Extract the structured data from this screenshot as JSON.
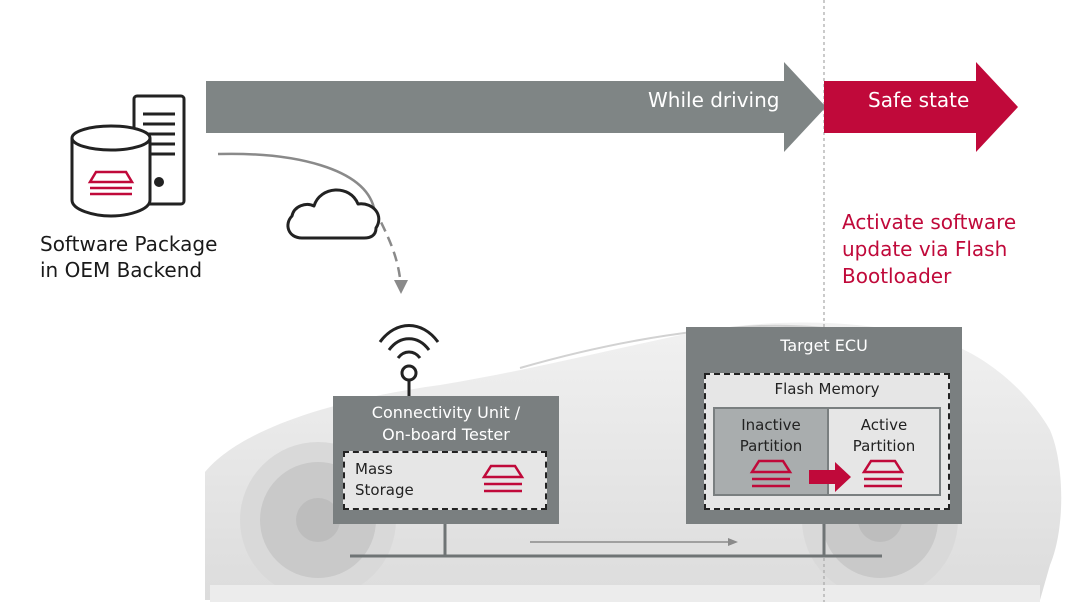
{
  "colors": {
    "arrow_gray": "#7f8585",
    "accent_red": "#c0093a",
    "box_dark": "#7a7f80",
    "box_light": "#e6e6e6",
    "partition_inactive": "#a9adae"
  },
  "timeline": {
    "driving_label": "While driving",
    "safe_label": "Safe state"
  },
  "backend": {
    "label_line1": "Software Package",
    "label_line2": "in OEM Backend",
    "server_icon": "server-icon",
    "database_icon": "database-icon",
    "cloud_icon": "cloud-icon"
  },
  "activation_note": {
    "line1": "Activate software",
    "line2": "update via Flash",
    "line3": "Bootloader"
  },
  "connectivity_unit": {
    "title_line1": "Connectivity Unit /",
    "title_line2": "On-board Tester",
    "storage_line1": "Mass",
    "storage_line2": "Storage",
    "antenna_icon": "wifi-antenna-icon"
  },
  "target_ecu": {
    "title": "Target ECU",
    "flash_memory": "Flash Memory",
    "inactive_line1": "Inactive",
    "inactive_line2": "Partition",
    "active_line1": "Active",
    "active_line2": "Partition"
  },
  "icons": {
    "software_stack": "software-stack-icon",
    "transfer_arrow": "transfer-arrow-icon",
    "car": "car-silhouette"
  }
}
